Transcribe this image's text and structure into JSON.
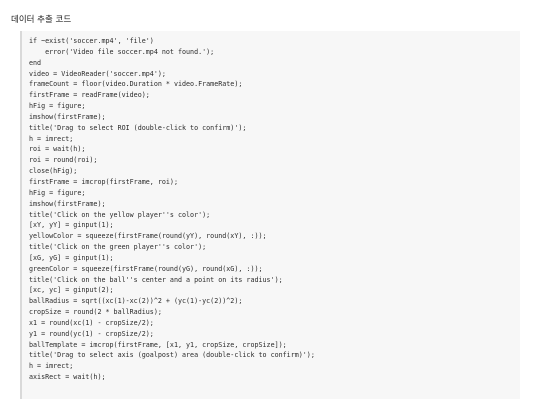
{
  "heading": "데이터 추출 코드",
  "code_lines": [
    "if ~exist('soccer.mp4', 'file')",
    "    error('Video file soccer.mp4 not found.');",
    "end",
    "video = VideoReader('soccer.mp4');",
    "frameCount = floor(video.Duration * video.FrameRate);",
    "firstFrame = readFrame(video);",
    "hFig = figure;",
    "imshow(firstFrame);",
    "title('Drag to select ROI (double-click to confirm)');",
    "h = imrect;",
    "roi = wait(h);",
    "roi = round(roi);",
    "close(hFig);",
    "firstFrame = imcrop(firstFrame, roi);",
    "hFig = figure;",
    "imshow(firstFrame);",
    "title('Click on the yellow player''s color');",
    "[xY, yY] = ginput(1);",
    "yellowColor = squeeze(firstFrame(round(yY), round(xY), :));",
    "title('Click on the green player''s color');",
    "[xG, yG] = ginput(1);",
    "greenColor = squeeze(firstFrame(round(yG), round(xG), :));",
    "title('Click on the ball''s center and a point on its radius');",
    "[xc, yc] = ginput(2);",
    "ballRadius = sqrt((xc(1)-xc(2))^2 + (yc(1)-yc(2))^2);",
    "cropSize = round(2 * ballRadius);",
    "x1 = round(xc(1) - cropSize/2);",
    "y1 = round(yc(1) - cropSize/2);",
    "ballTemplate = imcrop(firstFrame, [x1, y1, cropSize, cropSize]);",
    "title('Drag to select axis (goalpost) area (double-click to confirm)');",
    "h = imrect;",
    "axisRect = wait(h);"
  ]
}
